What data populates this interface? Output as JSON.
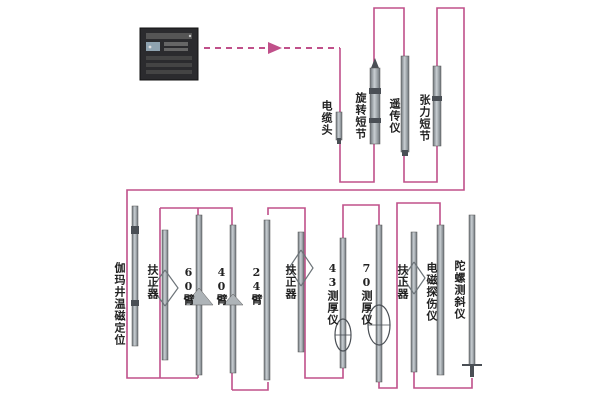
{
  "colors": {
    "connector": "#c0508a",
    "tool_body": "#8f969b",
    "tool_dark": "#4a4f55",
    "device_panel": "#2b2b2e"
  },
  "icons": [
    "control-panel-device",
    "tool-string-instruments",
    "centralizer-arms",
    "caliper-arms",
    "ultrasonic-cage"
  ],
  "top_row_labels": {
    "cable_head": "电缆头",
    "swivel_joint": "旋转短节",
    "telemetry": "遥传仪",
    "tension_joint": "张力短节"
  },
  "bottom_row_labels": {
    "gamma_temp_magnetic": "伽玛井温磁定位",
    "centralizer_1": "扶正器",
    "arm_60": "60臂",
    "arm_40": "40臂",
    "arm_24": "24臂",
    "centralizer_2": "扶正器",
    "thickness_43": "43测厚仪",
    "thickness_70": "70测厚仪",
    "centralizer_3": "扶正器",
    "em_flaw": "电磁探伤仪",
    "gyro_incline": "陀螺测斜仪"
  }
}
